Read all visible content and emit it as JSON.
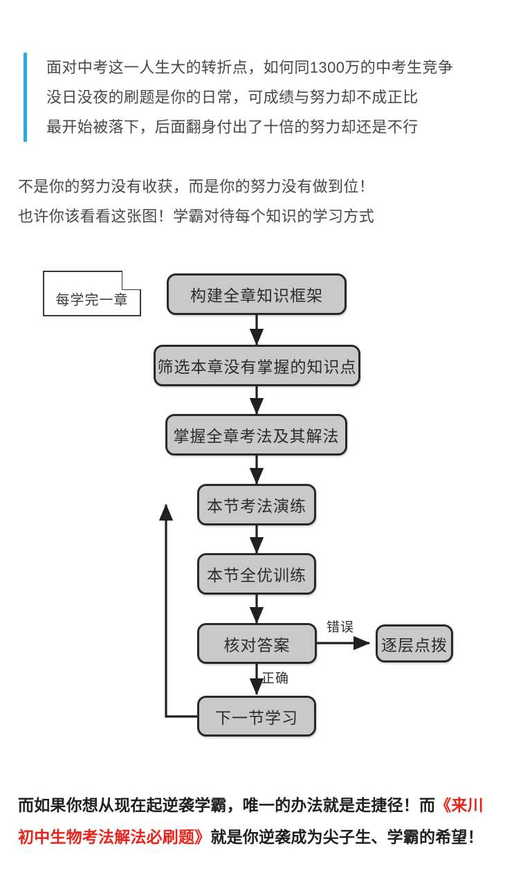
{
  "intro_quote": {
    "accent_color": "#29ace3",
    "lines": [
      "面对中考这一人生大的转折点，如何同1300万的中考生竞争",
      "没日没夜的刷题是你的日常，可成绩与努力却不成正比",
      "最开始被落下，后面翻身付出了十倍的努力却还是不行"
    ]
  },
  "lead_paragraph": {
    "lines": [
      "不是你的努力没有收获，而是你的努力没有做到位！",
      "也许你该看看这张图！学霸对待每个知识的学习方式"
    ]
  },
  "flowchart": {
    "note": {
      "text": "每学完一章"
    },
    "node_fill": "#c9c9c9",
    "node_border": "#2c2725",
    "nodes": [
      {
        "id": "build-framework",
        "text": "构建全章知识框架"
      },
      {
        "id": "filter-gaps",
        "text": "筛选本章没有掌握的知识点"
      },
      {
        "id": "master-methods",
        "text": "掌握全章考法及其解法"
      },
      {
        "id": "section-drill",
        "text": "本节考法演练"
      },
      {
        "id": "section-training",
        "text": "本节全优训练"
      },
      {
        "id": "check-answers",
        "text": "核对答案"
      },
      {
        "id": "layered-guidance",
        "text": "逐层点拨"
      },
      {
        "id": "next-section",
        "text": "下一节学习"
      }
    ],
    "edge_labels": {
      "wrong": "错误",
      "correct": "正确"
    }
  },
  "cta": {
    "line1_prefix": "而如果你想从现在起逆袭学霸，唯一的办法就是走捷径！而",
    "book_part1": "《来川",
    "book_part2": "初中生物考法解法必刷题》",
    "line2_suffix": "就是你逆袭成为尖子生、学霸的希望！",
    "highlight_color": "#e8231a"
  }
}
